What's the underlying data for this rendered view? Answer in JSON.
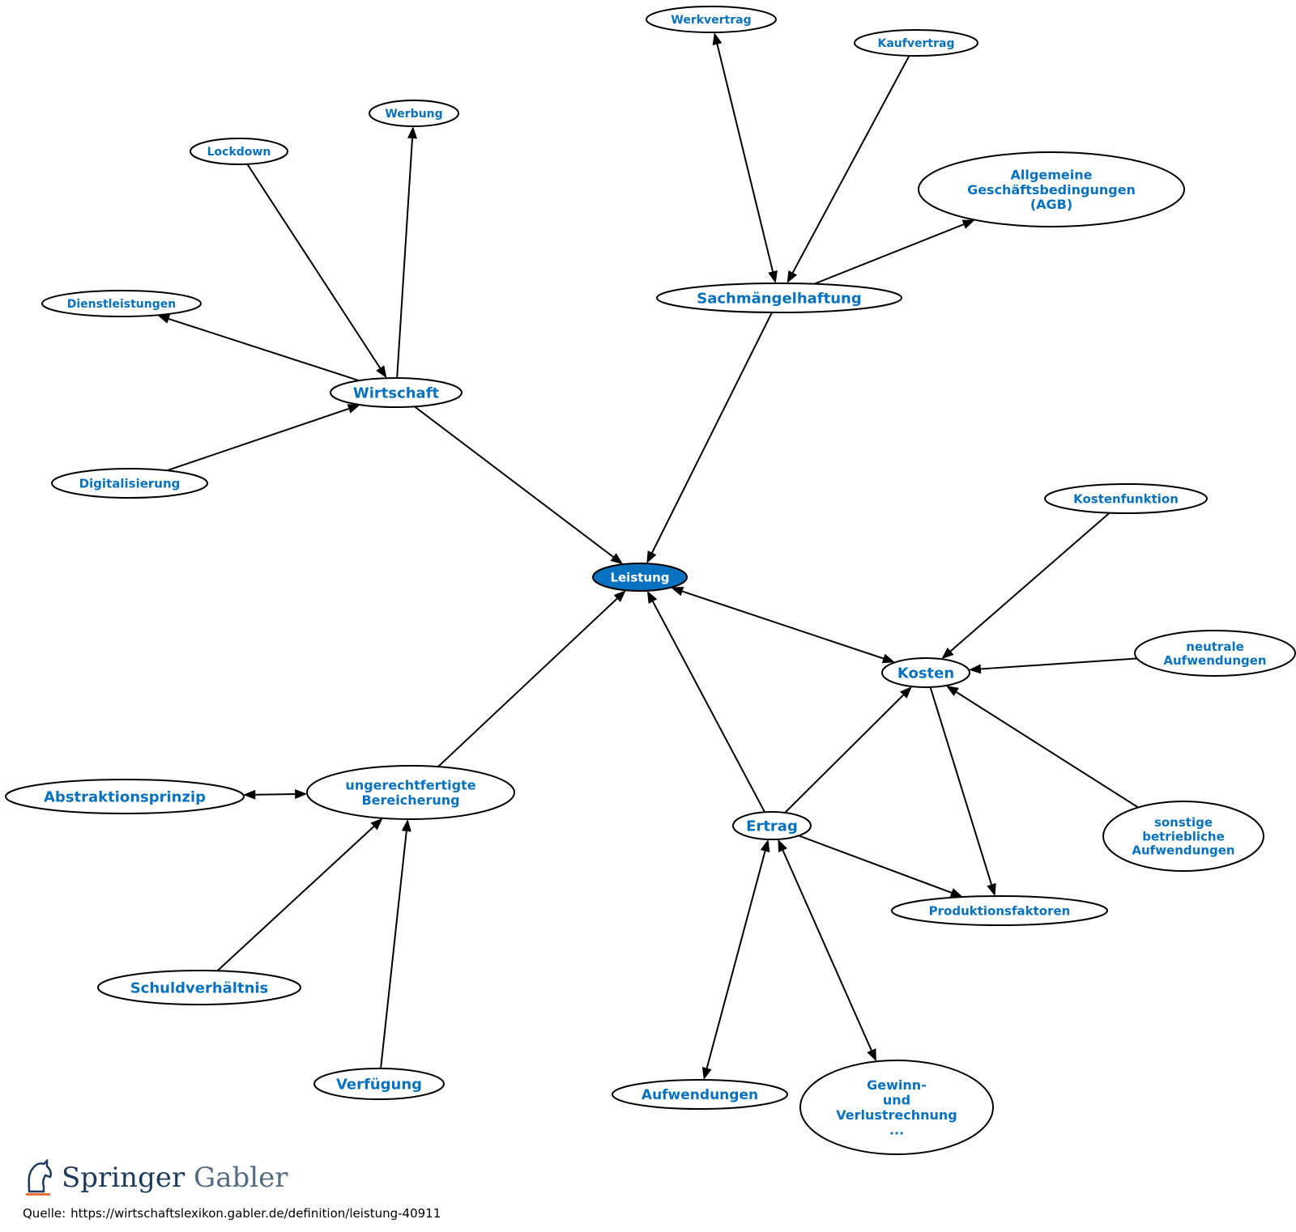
{
  "colors": {
    "accent": "#0871c0",
    "center_fill": "#0871c0",
    "edge": "#000000"
  },
  "nodes": [
    {
      "id": "leistung",
      "lines": [
        "Leistung"
      ],
      "center": true
    },
    {
      "id": "werkvertrag",
      "lines": [
        "Werkvertrag"
      ]
    },
    {
      "id": "kaufvertrag",
      "lines": [
        "Kaufvertrag"
      ]
    },
    {
      "id": "agb",
      "lines": [
        "Allgemeine",
        "Geschäftsbedingungen",
        "(AGB)"
      ]
    },
    {
      "id": "sachmaengel",
      "lines": [
        "Sachmängelhaftung"
      ]
    },
    {
      "id": "werbung",
      "lines": [
        "Werbung"
      ]
    },
    {
      "id": "lockdown",
      "lines": [
        "Lockdown"
      ]
    },
    {
      "id": "dienstleistungen",
      "lines": [
        "Dienstleistungen"
      ]
    },
    {
      "id": "wirtschaft",
      "lines": [
        "Wirtschaft"
      ]
    },
    {
      "id": "digitalisierung",
      "lines": [
        "Digitalisierung"
      ]
    },
    {
      "id": "kostenfunktion",
      "lines": [
        "Kostenfunktion"
      ]
    },
    {
      "id": "neutrale",
      "lines": [
        "neutrale",
        "Aufwendungen"
      ]
    },
    {
      "id": "kosten",
      "lines": [
        "Kosten"
      ]
    },
    {
      "id": "sonstige",
      "lines": [
        "sonstige",
        "betriebliche",
        "Aufwendungen"
      ]
    },
    {
      "id": "produktionsfaktoren",
      "lines": [
        "Produktionsfaktoren"
      ]
    },
    {
      "id": "ertrag",
      "lines": [
        "Ertrag"
      ]
    },
    {
      "id": "abstraktion",
      "lines": [
        "Abstraktionsprinzip"
      ]
    },
    {
      "id": "bereicherung",
      "lines": [
        "ungerechtfertigte",
        "Bereicherung"
      ]
    },
    {
      "id": "schuld",
      "lines": [
        "Schuldverhältnis"
      ]
    },
    {
      "id": "verfuegung",
      "lines": [
        "Verfügung"
      ]
    },
    {
      "id": "aufwendungen",
      "lines": [
        "Aufwendungen"
      ]
    },
    {
      "id": "guv",
      "lines": [
        "Gewinn-",
        "und",
        "Verlustrechnung",
        "..."
      ]
    }
  ],
  "edges": [
    {
      "from": "werkvertrag",
      "to": "sachmaengel",
      "dir": "both"
    },
    {
      "from": "kaufvertrag",
      "to": "sachmaengel",
      "dir": "forward"
    },
    {
      "from": "sachmaengel",
      "to": "agb",
      "dir": "forward"
    },
    {
      "from": "sachmaengel",
      "to": "leistung",
      "dir": "forward"
    },
    {
      "from": "wirtschaft",
      "to": "werbung",
      "dir": "forward"
    },
    {
      "from": "lockdown",
      "to": "wirtschaft",
      "dir": "forward"
    },
    {
      "from": "wirtschaft",
      "to": "dienstleistungen",
      "dir": "forward"
    },
    {
      "from": "digitalisierung",
      "to": "wirtschaft",
      "dir": "forward"
    },
    {
      "from": "wirtschaft",
      "to": "leistung",
      "dir": "forward"
    },
    {
      "from": "leistung",
      "to": "kosten",
      "dir": "both"
    },
    {
      "from": "kostenfunktion",
      "to": "kosten",
      "dir": "forward"
    },
    {
      "from": "neutrale",
      "to": "kosten",
      "dir": "forward"
    },
    {
      "from": "sonstige",
      "to": "kosten",
      "dir": "forward"
    },
    {
      "from": "kosten",
      "to": "produktionsfaktoren",
      "dir": "forward"
    },
    {
      "from": "ertrag",
      "to": "kosten",
      "dir": "forward"
    },
    {
      "from": "ertrag",
      "to": "produktionsfaktoren",
      "dir": "forward"
    },
    {
      "from": "ertrag",
      "to": "leistung",
      "dir": "forward"
    },
    {
      "from": "bereicherung",
      "to": "leistung",
      "dir": "forward"
    },
    {
      "from": "abstraktion",
      "to": "bereicherung",
      "dir": "both"
    },
    {
      "from": "schuld",
      "to": "bereicherung",
      "dir": "forward"
    },
    {
      "from": "verfuegung",
      "to": "bereicherung",
      "dir": "forward"
    },
    {
      "from": "aufwendungen",
      "to": "ertrag",
      "dir": "both"
    },
    {
      "from": "guv",
      "to": "ertrag",
      "dir": "both"
    }
  ],
  "footer": {
    "logo_name_bold": "Springer",
    "logo_name_light": "Gabler",
    "source_label": "Quelle:",
    "source_url": "https://wirtschaftslexikon.gabler.de/definition/leistung-40911"
  }
}
